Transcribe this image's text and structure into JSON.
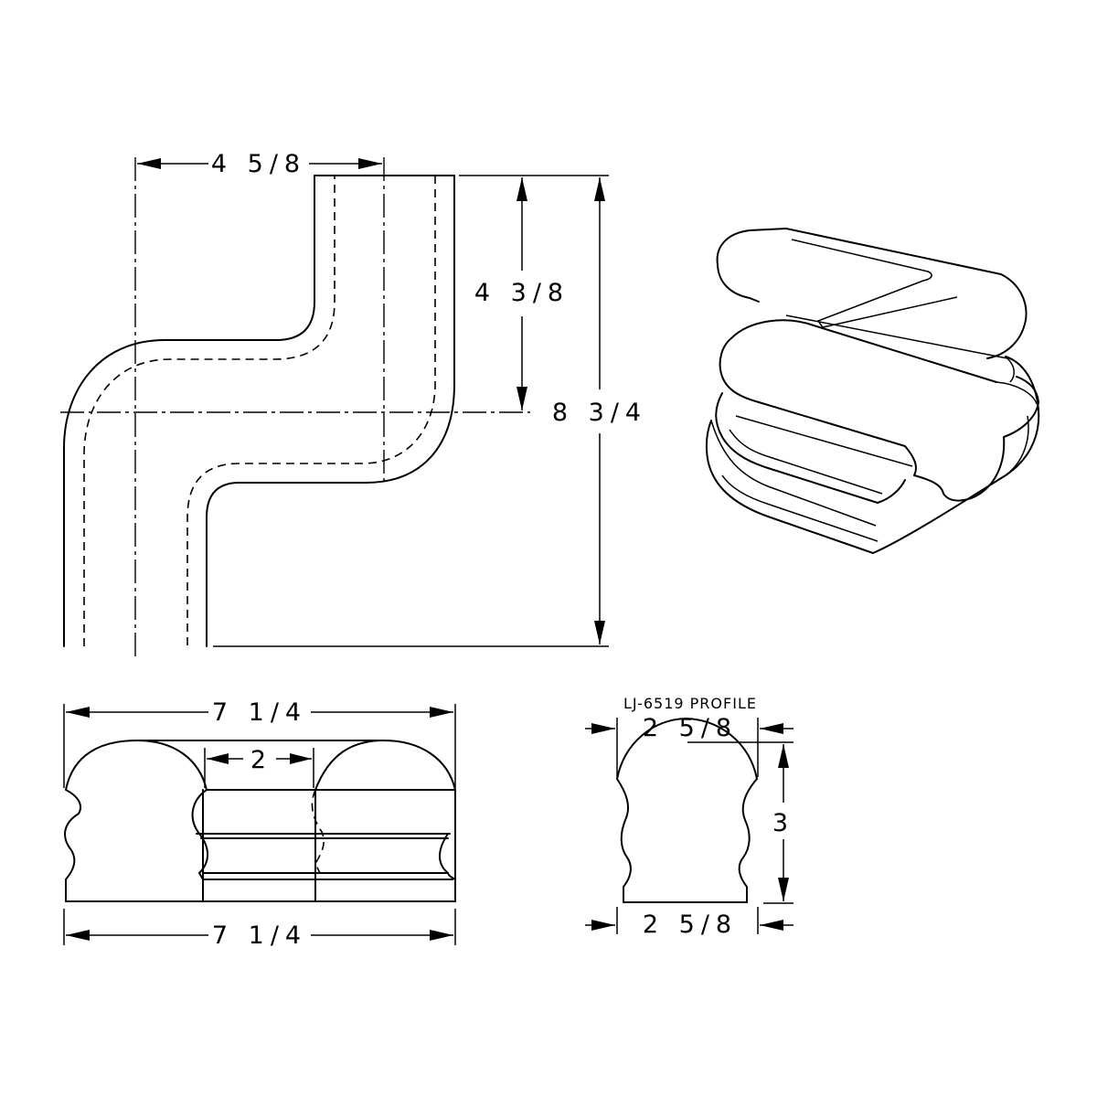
{
  "plan_view": {
    "dim_width": "4 5/8",
    "dim_offset": "4 3/8",
    "dim_height": "8 3/4"
  },
  "elevation_view": {
    "dim_top_length": "7 1/4",
    "dim_inner": "2",
    "dim_bottom_length": "7 1/4"
  },
  "profile_view": {
    "title": "LJ-6519 PROFILE",
    "dim_top_width": "2 5/8",
    "dim_height": "3",
    "dim_bottom_width": "2 5/8"
  }
}
